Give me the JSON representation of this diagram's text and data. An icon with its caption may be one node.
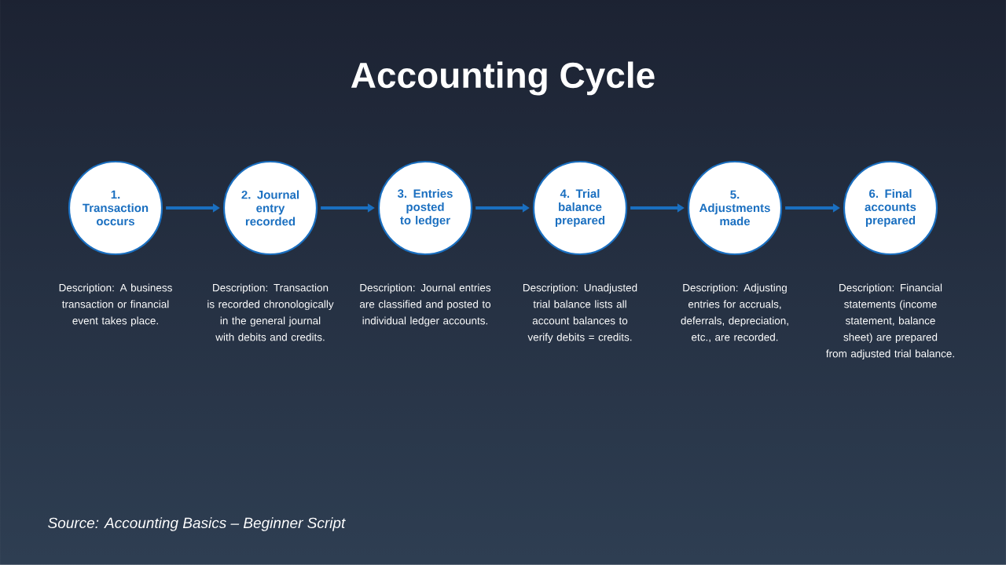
{
  "diagram": {
    "title": "Accounting Cycle",
    "nodes": [
      {
        "text": [
          "1. Transaction occurs"
        ],
        "beside": [
          "Description: A business transaction or financial event takes place."
        ]
      },
      {
        "text": [
          "2. Journal entry recorded"
        ],
        "beside": [
          "Description: Transaction is recorded chronologically in the general journal with debits and credits."
        ]
      },
      {
        "text": [
          "3. Entries posted to ledger"
        ],
        "beside": [
          "Description: Journal entries are classified and posted to individual ledger accounts."
        ]
      },
      {
        "text": [
          "4. Trial balance prepared"
        ],
        "beside": [
          "Description: Unadjusted trial balance lists all account balances to verify debits = credits."
        ]
      },
      {
        "text": [
          "5. Adjustments made"
        ],
        "beside": [
          "Description: Adjusting entries for accruals, deferrals, depreciation, etc., are recorded."
        ]
      },
      {
        "text": [
          "6. Final accounts prepared"
        ],
        "beside": [
          "Description: Financial statements (income statement, balance sheet) are prepared from adjusted trial balance."
        ]
      }
    ],
    "edges": [
      {
        "from": 0,
        "to": 1,
        "arrow": "to"
      },
      {
        "from": 1,
        "to": 2,
        "arrow": "to"
      },
      {
        "from": 2,
        "to": 3,
        "arrow": "to"
      },
      {
        "from": 3,
        "to": 4,
        "arrow": "to"
      },
      {
        "from": 4,
        "to": 5,
        "arrow": "to"
      }
    ],
    "labels": [
      "Source: Accounting Basics – Beginner Script"
    ]
  }
}
